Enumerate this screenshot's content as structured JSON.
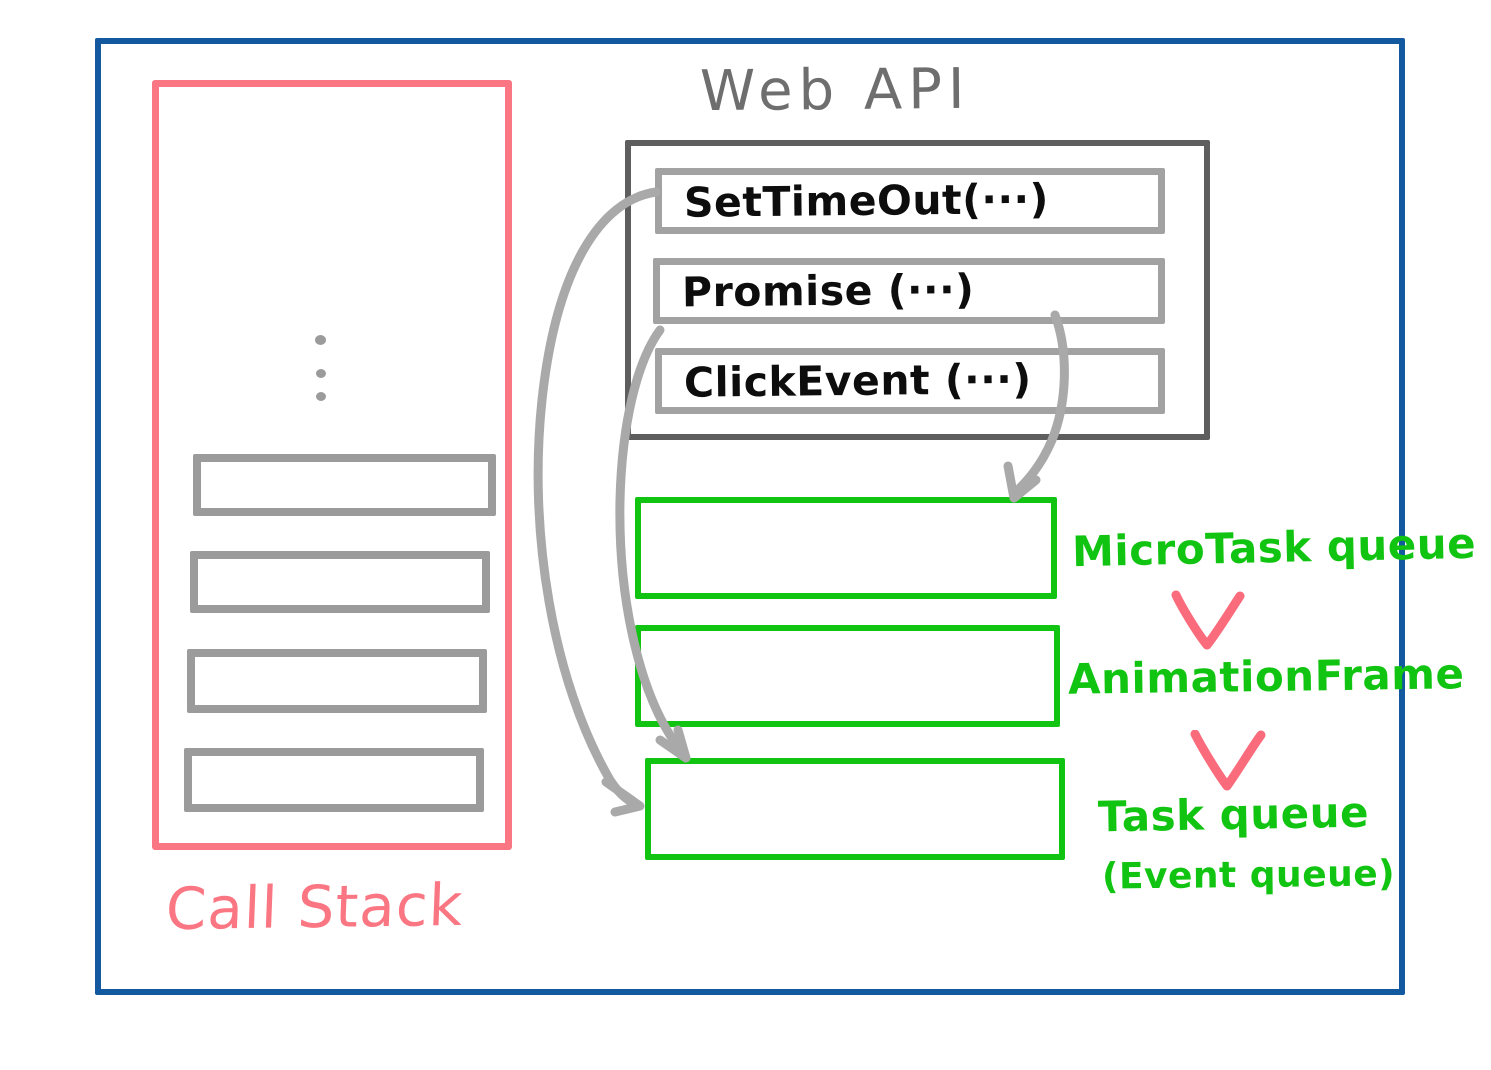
{
  "diagram": {
    "title": "JavaScript Event Loop (hand-drawn whiteboard diagram)",
    "colors": {
      "outer_frame": "#1259a0",
      "call_stack": "#fa7682",
      "web_api": "#5e5e5e",
      "web_api_item": "#a2a2a2",
      "queue_green": "#12c412",
      "arrow_gray": "#a9a9a9",
      "text_black": "#0d0d0d"
    }
  },
  "call_stack": {
    "label": "Call Stack",
    "ellipsis": "⋮",
    "frames": [
      {
        "label": ""
      },
      {
        "label": ""
      },
      {
        "label": ""
      },
      {
        "label": ""
      }
    ]
  },
  "web_api": {
    "title": "Web API",
    "items": [
      {
        "label": "SetTimeOut(···)"
      },
      {
        "label": "Promise (···)"
      },
      {
        "label": "ClickEvent (···)"
      }
    ]
  },
  "queues": [
    {
      "name": "microtask-queue",
      "label": "MicroTask queue",
      "sublabel": "",
      "content": ""
    },
    {
      "name": "animationframe-queue",
      "label": "AnimationFrame",
      "sublabel": "",
      "content": ""
    },
    {
      "name": "task-queue",
      "label": "Task queue",
      "sublabel": "(Event queue)",
      "content": ""
    }
  ],
  "priority_chevrons": [
    {
      "glyph": "V"
    },
    {
      "glyph": "V"
    }
  ],
  "arrows": [
    {
      "from": "SetTimeOut(···)",
      "to": "Task queue"
    },
    {
      "from": "ClickEvent (···)",
      "to": "Task queue"
    },
    {
      "from": "Promise (···)",
      "to": "MicroTask queue"
    }
  ]
}
